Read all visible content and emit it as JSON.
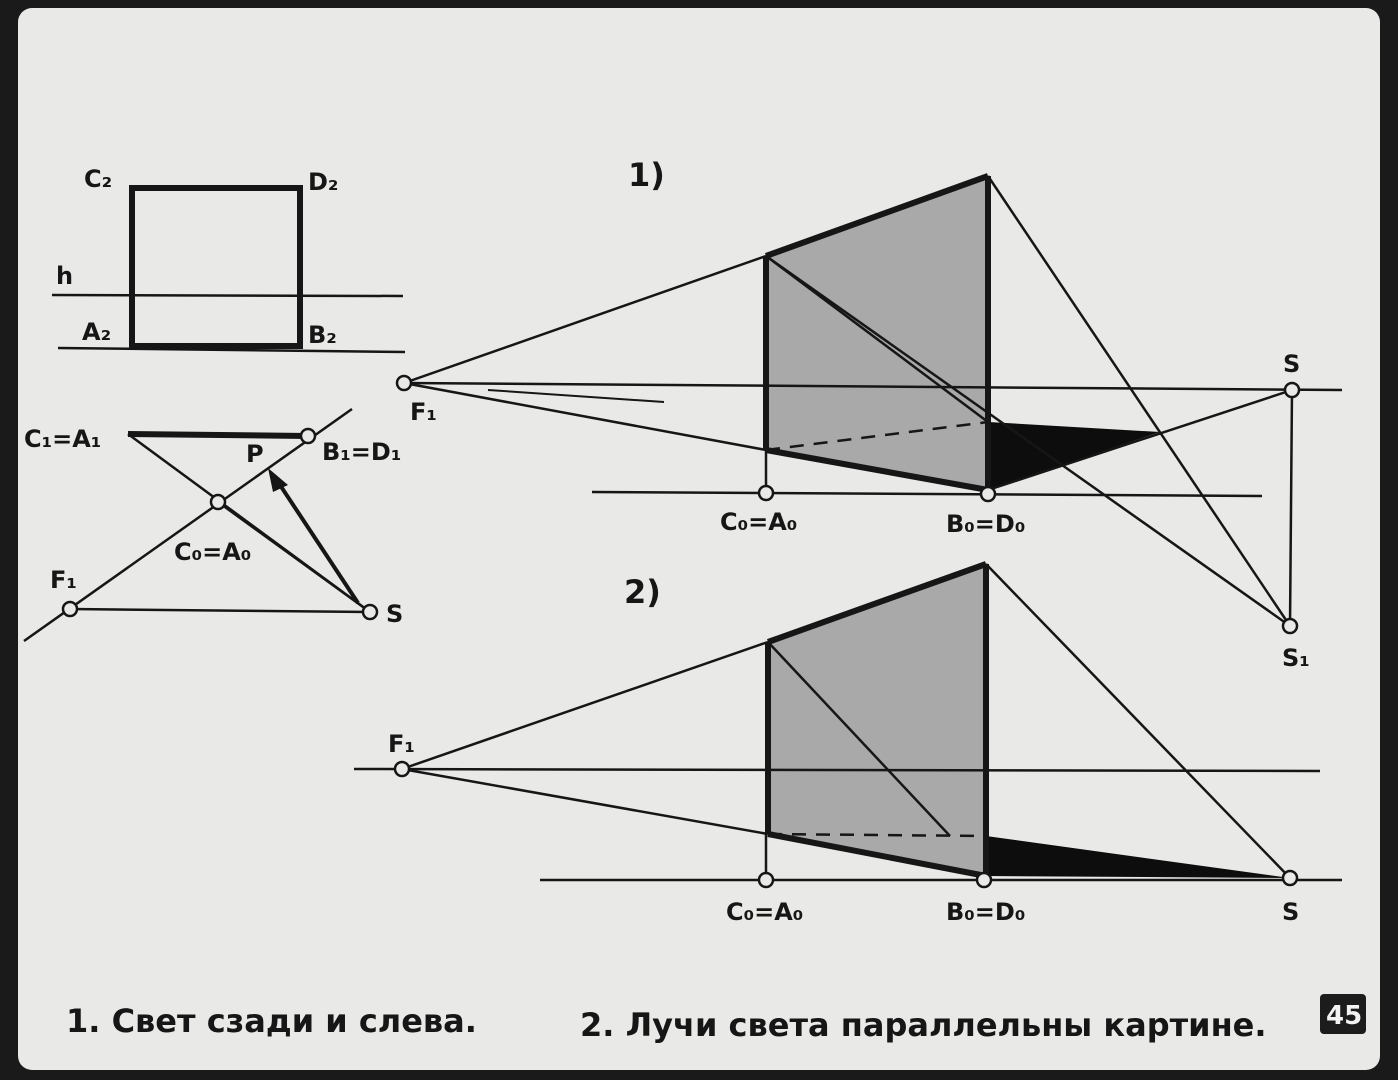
{
  "colors": {
    "paper": "#e9e9e7",
    "ink": "#161616",
    "plane_fill": "#a9a9a9",
    "shadow": "#0d0d0d"
  },
  "orthographic": {
    "label_c2": "C₂",
    "label_d2": "D₂",
    "label_h": "h",
    "label_a2": "A₂",
    "label_b2": "B₂",
    "label_c1a1": "C₁=A₁",
    "label_b1d1": "B₁=D₁",
    "label_p": "P",
    "label_c0a0": "C₀=A₀",
    "label_f1": "F₁",
    "label_s": "S"
  },
  "figure1": {
    "number": "1)",
    "label_f1": "F₁",
    "label_s": "S",
    "label_s1": "S₁",
    "label_c0a0": "C₀=A₀",
    "label_b0d0": "B₀=D₀"
  },
  "figure2": {
    "number": "2)",
    "label_f1": "F₁",
    "label_s": "S",
    "label_c0a0": "C₀=A₀",
    "label_b0d0": "B₀=D₀"
  },
  "captions": {
    "caption1": "1. Свет сзади и слева.",
    "caption2": "2. Лучи света параллельны картине.",
    "page_number": "45"
  }
}
